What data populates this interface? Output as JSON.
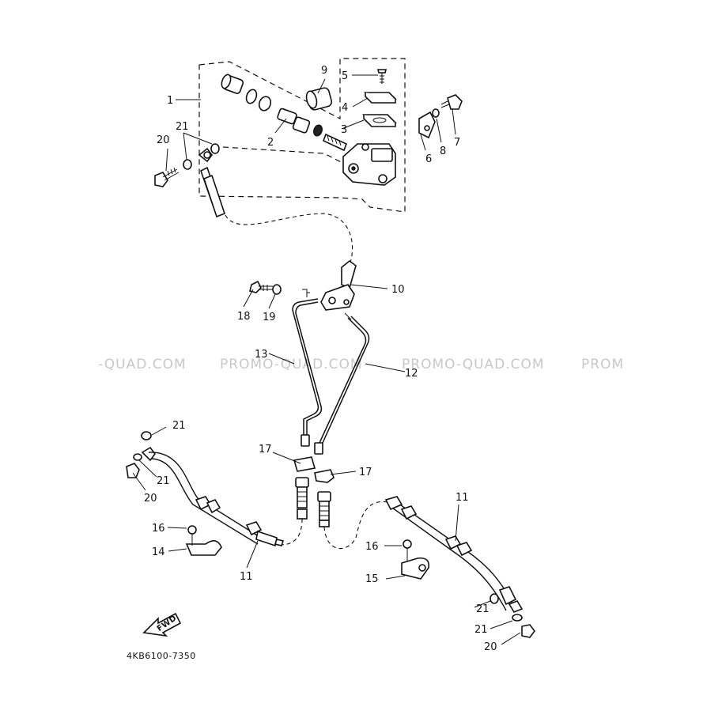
{
  "watermarks": [
    "-QUAD.COM",
    "PROMO-QUAD.COM",
    "PROMO-QUAD.COM",
    "PROM"
  ],
  "callouts": {
    "c1": "1",
    "c2": "2",
    "c3": "3",
    "c4": "4",
    "c5": "5",
    "c6": "6",
    "c7": "7",
    "c8": "8",
    "c9": "9",
    "c10": "10",
    "c11a": "11",
    "c11b": "11",
    "c12": "12",
    "c13": "13",
    "c14": "14",
    "c15": "15",
    "c16a": "16",
    "c16b": "16",
    "c17a": "17",
    "c17b": "17",
    "c18": "18",
    "c19": "19",
    "c20a": "20",
    "c20b": "20",
    "c20c": "20",
    "c21a": "21",
    "c21b": "21",
    "c21c": "21",
    "c21d": "21",
    "c21e": "21"
  },
  "fwd_label": "FWD",
  "diagram_code": "4KB6100-7350"
}
